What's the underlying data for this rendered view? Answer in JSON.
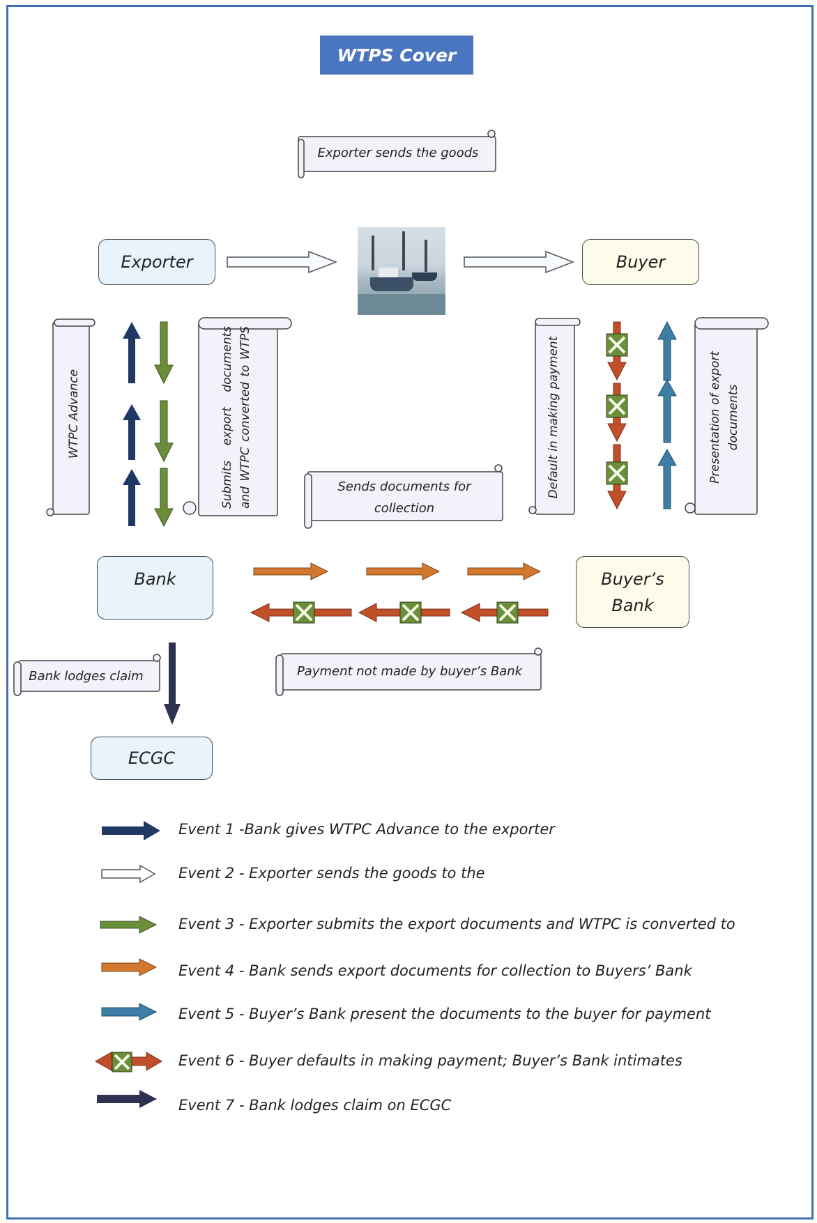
{
  "title": "WTPS Cover",
  "nodes": {
    "exporter": "Exporter",
    "buyer": "Buyer",
    "bank": "Bank",
    "buyers_bank": "Buyer’s Bank",
    "ecgc": "ECGC"
  },
  "scrolls": {
    "exporter_sends_goods": "Exporter sends the goods",
    "wtpc_advance": "WTPC Advance",
    "submits_docs": "Submits export documents and WTPC converted to WTPS",
    "default_payment": "Default in making payment",
    "presentation_docs": "Presentation of export documents",
    "sends_docs_collection": "Sends documents for collection",
    "bank_lodges_claim": "Bank lodges claim",
    "payment_not_made": "Payment not made by buyer’s Bank"
  },
  "legend": [
    {
      "label": "Event 1 -Bank gives WTPC Advance to the exporter",
      "color": "#1f3864",
      "icon": "arrow-right-icon"
    },
    {
      "label": "Event 2 - Exporter sends the goods to the",
      "color": "#ffffff",
      "icon": "hollow-arrow-right-icon"
    },
    {
      "label": "Event 3 - Exporter submits the export documents and WTPC is converted to",
      "color": "#6b8e3a",
      "icon": "arrow-right-icon"
    },
    {
      "label": "Event 4 - Bank sends export documents for collection to Buyers’ Bank",
      "color": "#d2792f",
      "icon": "arrow-right-icon"
    },
    {
      "label": "Event 5 - Buyer’s Bank present the documents to the buyer for payment",
      "color": "#3d7ea6",
      "icon": "arrow-right-icon"
    },
    {
      "label": "Event 6 - Buyer defaults in making payment; Buyer’s Bank intimates",
      "color": "#c0502a",
      "icon": "crossed-double-arrow-icon"
    },
    {
      "label": "Event 7 - Bank lodges claim on ECGC",
      "color": "#2f3152",
      "icon": "arrow-right-icon"
    }
  ],
  "colors": {
    "frame": "#3f6fb5",
    "title_bg": "#4a76c0",
    "event1": "#1f3864",
    "event3": "#6b8e3a",
    "event4": "#d2792f",
    "event5": "#3d7ea6",
    "event6": "#c0502a",
    "event6_cross": "#6b8e3a",
    "event7": "#2f3152",
    "scroll_fill": "#f4f1fa"
  },
  "image": {
    "icon": "ship-photo-icon"
  }
}
